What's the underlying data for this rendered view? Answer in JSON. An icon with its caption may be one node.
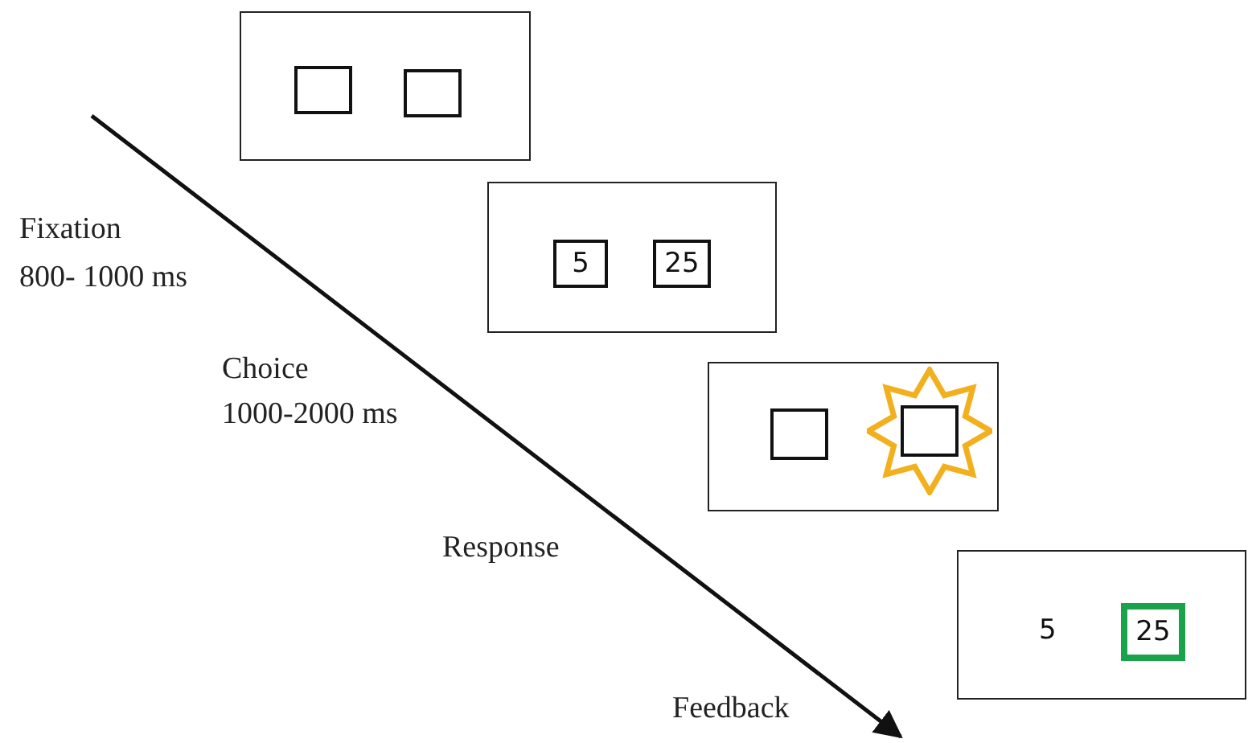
{
  "diagram": {
    "nodes": [
      {
        "text": [],
        "shape": "box"
      },
      {
        "text": [],
        "shape": "box",
        "in": 0
      },
      {
        "text": [],
        "shape": "box",
        "in": 0
      },
      {
        "text": [],
        "shape": "box"
      },
      {
        "text": [
          "5"
        ],
        "in": 3
      },
      {
        "text": [
          "25"
        ],
        "in": 3
      },
      {
        "text": [],
        "shape": "box"
      },
      {
        "text": [],
        "shape": "box",
        "in": 6
      },
      {
        "text": [],
        "shape": "star",
        "in": 6
      },
      {
        "text": [],
        "shape": "box",
        "in": 8
      },
      {
        "text": [],
        "shape": "box"
      },
      {
        "text": [
          "25"
        ],
        "in": 10
      }
    ],
    "edges": [],
    "labels": [
      "Fixation",
      "800- 1000 ms",
      "Choice",
      "1000-2000 ms",
      "Response",
      "5",
      "Feedback"
    ]
  }
}
